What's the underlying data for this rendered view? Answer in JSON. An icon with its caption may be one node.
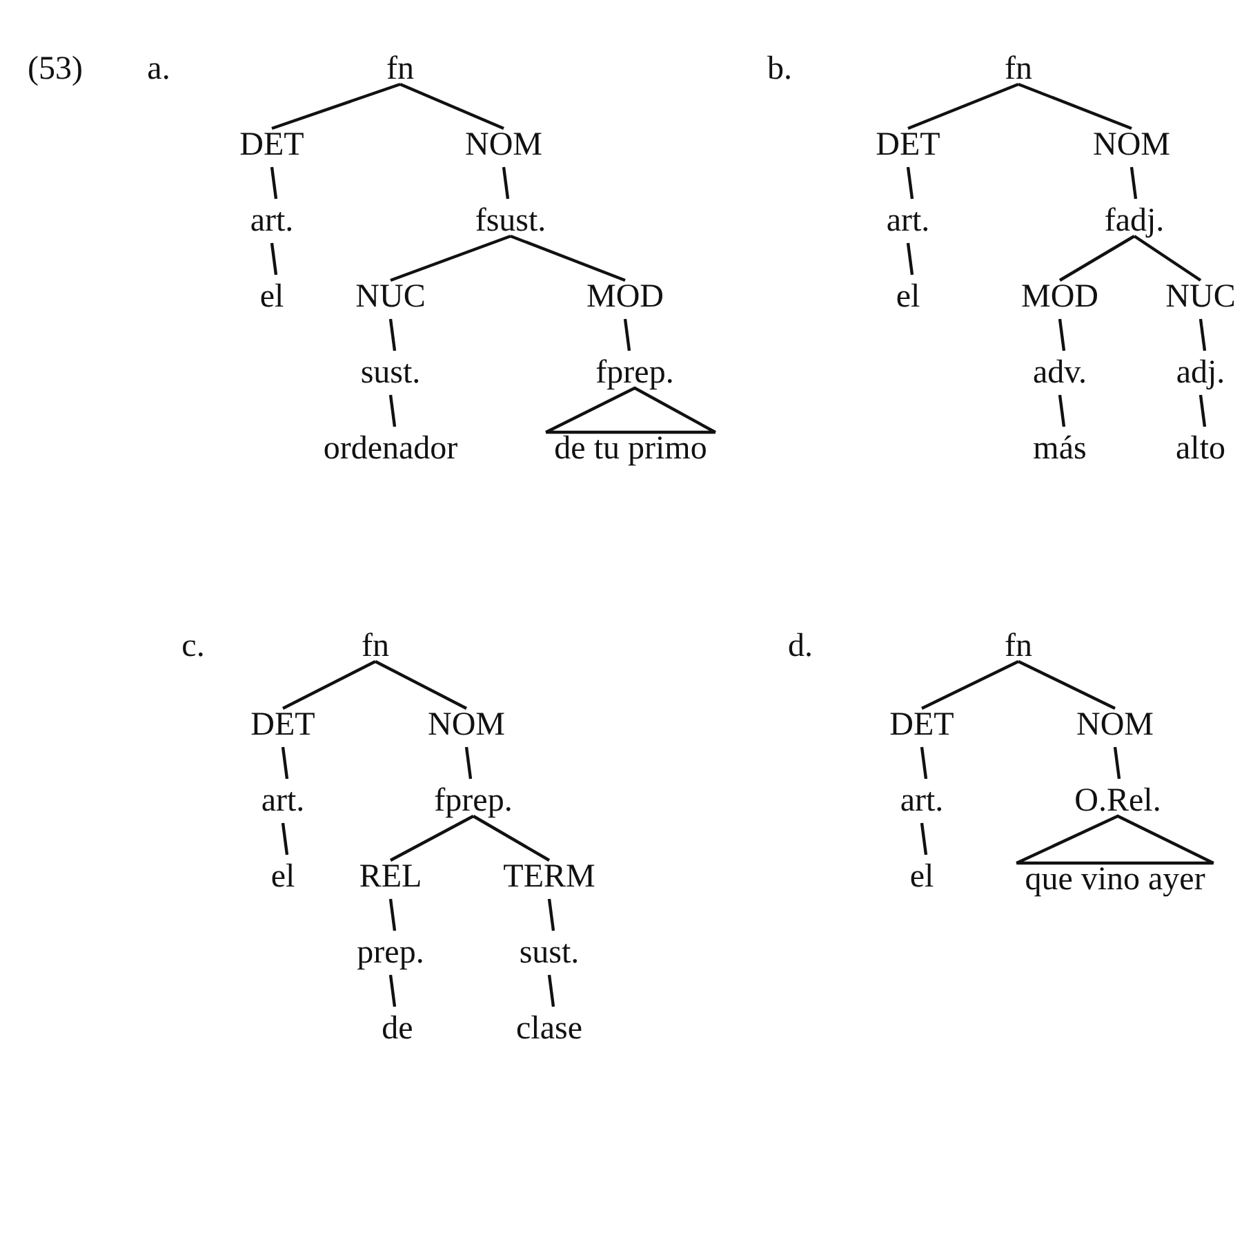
{
  "diagram": {
    "nodes": [
      {
        "text": [
          "fn"
        ]
      },
      {
        "text": [
          "DET"
        ]
      },
      {
        "text": [
          "NOM"
        ]
      },
      {
        "text": [
          "art."
        ]
      },
      {
        "text": [
          "fsust."
        ]
      },
      {
        "text": [
          "el"
        ]
      },
      {
        "text": [
          "NUC"
        ]
      },
      {
        "text": [
          "MOD"
        ]
      },
      {
        "text": [
          "sust."
        ]
      },
      {
        "text": [
          "fprep."
        ]
      },
      {
        "text": [
          "ordenador"
        ]
      },
      {
        "text": [
          "de tu primo"
        ]
      },
      {
        "text": [
          "fn"
        ]
      },
      {
        "text": [
          "DET"
        ]
      },
      {
        "text": [
          "NOM"
        ]
      },
      {
        "text": [
          "art."
        ]
      },
      {
        "text": [
          "fadj."
        ]
      },
      {
        "text": [
          "el"
        ]
      },
      {
        "text": [
          "MOD"
        ]
      },
      {
        "text": [
          "NUC"
        ]
      },
      {
        "text": [
          "adv."
        ]
      },
      {
        "text": [
          "adj."
        ]
      },
      {
        "text": [
          "más"
        ]
      },
      {
        "text": [
          "alto"
        ]
      },
      {
        "text": [
          "fn"
        ]
      },
      {
        "text": [
          "DET"
        ]
      },
      {
        "text": [
          "NOM"
        ]
      },
      {
        "text": [
          "art."
        ]
      },
      {
        "text": [
          "fprep."
        ]
      },
      {
        "text": [
          "el"
        ]
      },
      {
        "text": [
          "REL"
        ]
      },
      {
        "text": [
          "TERM"
        ]
      },
      {
        "text": [
          "prep."
        ]
      },
      {
        "text": [
          "sust."
        ]
      },
      {
        "text": [
          "de"
        ]
      },
      {
        "text": [
          "clase"
        ]
      },
      {
        "text": [
          "fn"
        ]
      },
      {
        "text": [
          "DET"
        ]
      },
      {
        "text": [
          "NOM"
        ]
      },
      {
        "text": [
          "art."
        ]
      },
      {
        "text": [
          "O.Rel."
        ]
      },
      {
        "text": [
          "el"
        ]
      },
      {
        "text": [
          "que vino ayer"
        ]
      }
    ],
    "edges": [
      {
        "from": 0,
        "to": 1,
        "arrow": "none"
      },
      {
        "from": 0,
        "to": 2,
        "arrow": "none"
      },
      {
        "from": 1,
        "to": 3,
        "arrow": "none"
      },
      {
        "from": 2,
        "to": 4,
        "arrow": "none"
      },
      {
        "from": 3,
        "to": 5,
        "arrow": "none"
      },
      {
        "from": 4,
        "to": 6,
        "arrow": "none"
      },
      {
        "from": 4,
        "to": 7,
        "arrow": "none"
      },
      {
        "from": 6,
        "to": 8,
        "arrow": "none"
      },
      {
        "from": 7,
        "to": 9,
        "arrow": "none"
      },
      {
        "from": 8,
        "to": 10,
        "arrow": "none"
      },
      {
        "from": 9,
        "to": 11,
        "arrow": "none"
      },
      {
        "from": 12,
        "to": 13,
        "arrow": "none"
      },
      {
        "from": 12,
        "to": 14,
        "arrow": "none"
      },
      {
        "from": 13,
        "to": 15,
        "arrow": "none"
      },
      {
        "from": 14,
        "to": 16,
        "arrow": "none"
      },
      {
        "from": 15,
        "to": 17,
        "arrow": "none"
      },
      {
        "from": 16,
        "to": 18,
        "arrow": "none"
      },
      {
        "from": 16,
        "to": 19,
        "arrow": "none"
      },
      {
        "from": 18,
        "to": 20,
        "arrow": "none"
      },
      {
        "from": 19,
        "to": 21,
        "arrow": "none"
      },
      {
        "from": 20,
        "to": 22,
        "arrow": "none"
      },
      {
        "from": 21,
        "to": 23,
        "arrow": "none"
      },
      {
        "from": 24,
        "to": 25,
        "arrow": "none"
      },
      {
        "from": 24,
        "to": 26,
        "arrow": "none"
      },
      {
        "from": 25,
        "to": 27,
        "arrow": "none"
      },
      {
        "from": 26,
        "to": 28,
        "arrow": "none"
      },
      {
        "from": 27,
        "to": 29,
        "arrow": "none"
      },
      {
        "from": 28,
        "to": 30,
        "arrow": "none"
      },
      {
        "from": 28,
        "to": 31,
        "arrow": "none"
      },
      {
        "from": 30,
        "to": 32,
        "arrow": "none"
      },
      {
        "from": 31,
        "to": 33,
        "arrow": "none"
      },
      {
        "from": 32,
        "to": 34,
        "arrow": "none"
      },
      {
        "from": 33,
        "to": 35,
        "arrow": "none"
      },
      {
        "from": 36,
        "to": 37,
        "arrow": "none"
      },
      {
        "from": 36,
        "to": 38,
        "arrow": "none"
      },
      {
        "from": 37,
        "to": 39,
        "arrow": "none"
      },
      {
        "from": 38,
        "to": 40,
        "arrow": "none"
      },
      {
        "from": 39,
        "to": 41,
        "arrow": "none"
      },
      {
        "from": 40,
        "to": 42,
        "arrow": "none"
      }
    ],
    "labels": [
      "(53)",
      "a.",
      "b.",
      "c.",
      "d."
    ]
  }
}
